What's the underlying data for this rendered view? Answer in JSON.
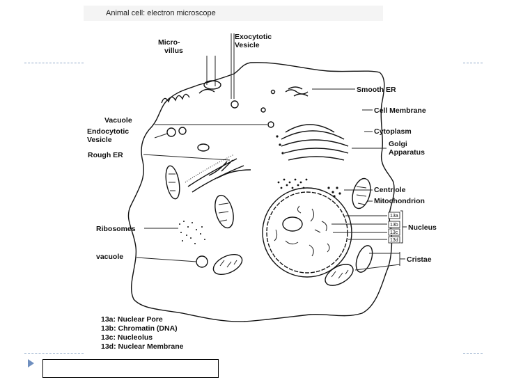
{
  "title": "Animal cell: electron microscope",
  "labels": {
    "microvillus_1": "Micro-",
    "microvillus_2": "villus",
    "exocytotic_1": "Exocytotic",
    "exocytotic_2": "Vesicle",
    "smooth_er": "Smooth ER",
    "cell_membrane": "Cell Membrane",
    "vacuole_top": "Vacuole",
    "endocytotic_1": "Endocytotic",
    "endocytotic_2": "Vesicle",
    "cytoplasm": "Cytoplasm",
    "golgi_1": "Golgi",
    "golgi_2": "Apparatus",
    "rough_er": "Rough ER",
    "centriole": "Centriole",
    "mitochondrion": "Mitochondrion",
    "ribosomes": "Ribosomes",
    "nucleus": "Nucleus",
    "vacuole_bottom": "vacuole",
    "cristae": "Cristae",
    "tag_13a": "13a",
    "tag_13b": "13b",
    "tag_13c": "13c",
    "tag_13d": "13d"
  },
  "legend": [
    "13a: Nuclear Pore",
    "13b: Chromatin (DNA)",
    "13c: Nucleolus",
    "13d: Nuclear Membrane"
  ],
  "caption_box_text": ""
}
